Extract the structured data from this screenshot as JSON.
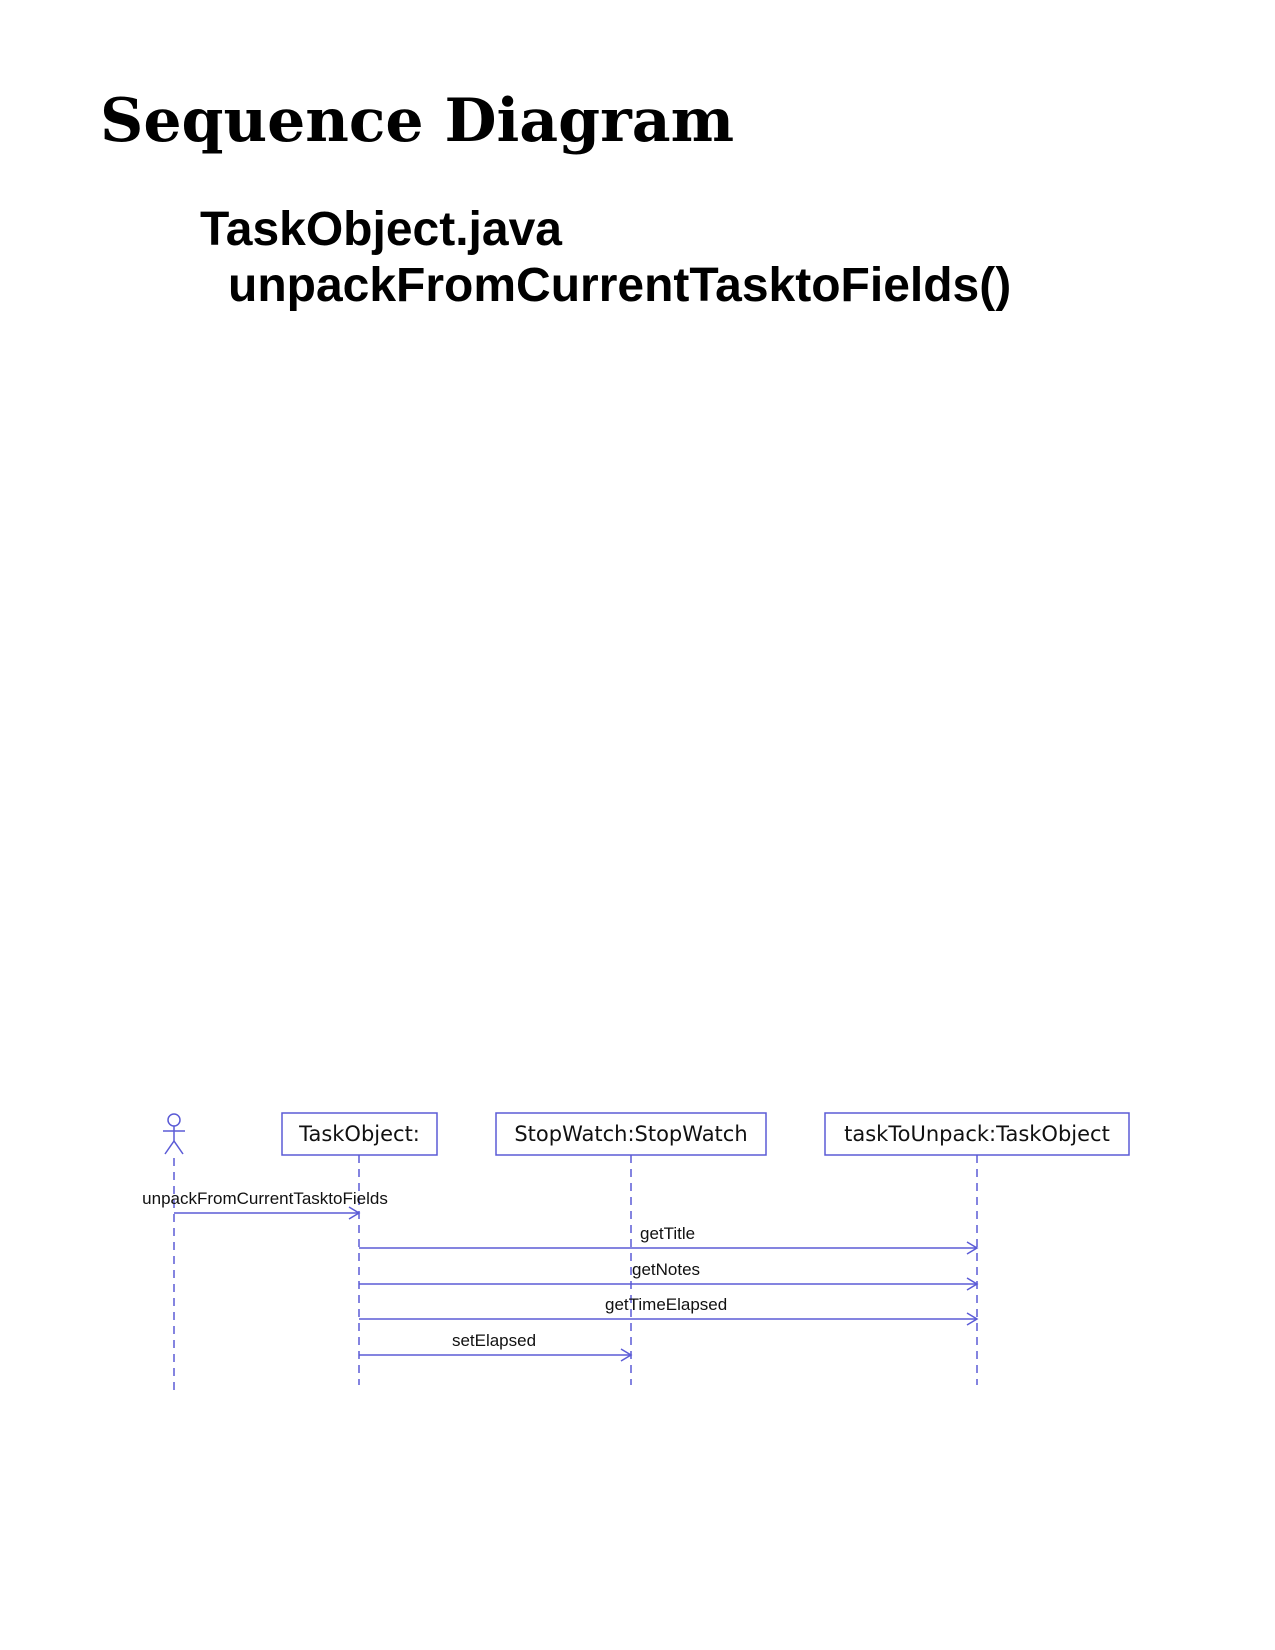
{
  "title": "Sequence Diagram",
  "subtitle": {
    "file": "TaskObject.java",
    "method": "unpackFromCurrentTasktoFields()"
  },
  "colors": {
    "diagram_line": "#5b5bd6",
    "label_text": "#111111"
  },
  "diagram": {
    "participants": [
      {
        "id": "actor",
        "kind": "actor",
        "label": ""
      },
      {
        "id": "taskobject",
        "kind": "object",
        "label": "TaskObject:"
      },
      {
        "id": "stopwatch",
        "kind": "object",
        "label": "StopWatch:StopWatch"
      },
      {
        "id": "tasktounpack",
        "kind": "object",
        "label": "taskToUnpack:TaskObject"
      }
    ],
    "messages": [
      {
        "from": "actor",
        "to": "taskobject",
        "label": "unpackFromCurrentTasktoFields"
      },
      {
        "from": "taskobject",
        "to": "tasktounpack",
        "label": "getTitle"
      },
      {
        "from": "taskobject",
        "to": "tasktounpack",
        "label": "getNotes"
      },
      {
        "from": "taskobject",
        "to": "tasktounpack",
        "label": "getTimeElapsed"
      },
      {
        "from": "taskobject",
        "to": "stopwatch",
        "label": "setElapsed"
      }
    ]
  }
}
